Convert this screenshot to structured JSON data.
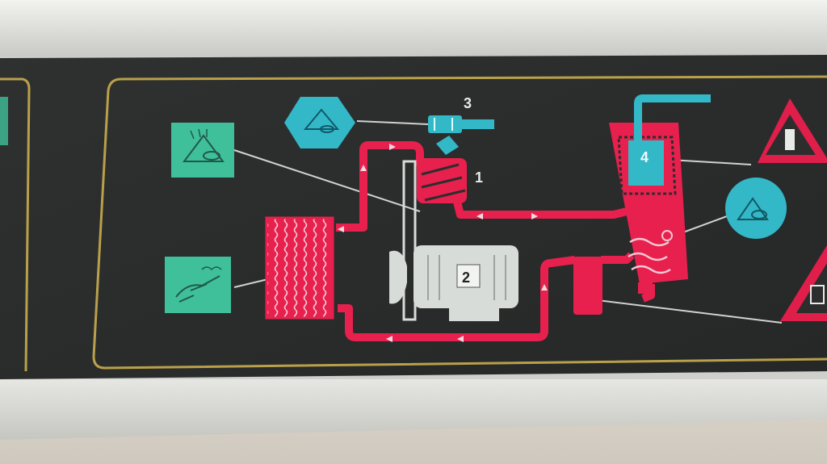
{
  "diagram": {
    "labels": {
      "compressor": "1",
      "motor": "2",
      "valve": "3",
      "separator": "4"
    }
  },
  "colors": {
    "panel_background": "#2c2e2e",
    "frame": "#d9d9d5",
    "border_line": "#b9a04a",
    "flow_red": "#e8204e",
    "symbol_green": "#3fbf9a",
    "symbol_cyan": "#33b8c8",
    "component_grey": "#d7dcd8",
    "warning_red": "#e01e4a"
  },
  "icons": [
    "visual-check-icon",
    "touch-hot-icon",
    "inspect-oil-icon",
    "view-level-icon",
    "warning-triangle-icon",
    "drain-warning-icon"
  ]
}
